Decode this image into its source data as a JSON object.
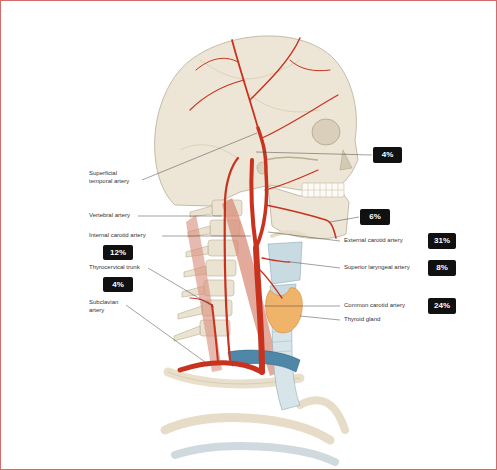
{
  "diagram": {
    "nodes": [
      {
        "text": [
          "4%"
        ]
      },
      {
        "text": [
          "6%"
        ]
      },
      {
        "text": [
          "31%"
        ]
      },
      {
        "text": [
          "12%"
        ]
      },
      {
        "text": [
          "8%"
        ]
      },
      {
        "text": [
          "4%"
        ]
      },
      {
        "text": [
          "24%"
        ]
      }
    ],
    "labels": [
      "Superficial temporal artery",
      "Vertebral artery",
      "Internal carotid artery",
      "Thyrocervical trunk",
      "Subclavian artery",
      "External carotid artery",
      "Superior laryngeal artery",
      "Common carotid artery",
      "Thyroid gland"
    ]
  }
}
